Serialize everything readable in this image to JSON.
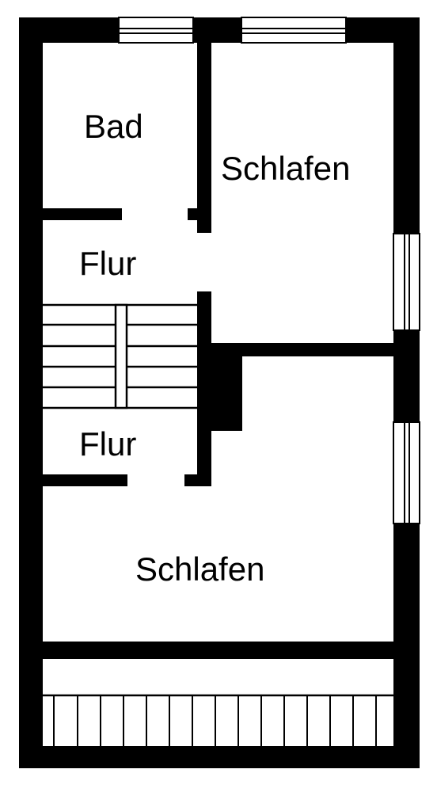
{
  "colors": {
    "wall": "#000000",
    "floor": "#ffffff",
    "label": "#000000"
  },
  "rooms": [
    {
      "id": "bad",
      "label": "Bad"
    },
    {
      "id": "schlafen-top",
      "label": "Schlafen"
    },
    {
      "id": "flur-top",
      "label": "Flur"
    },
    {
      "id": "flur-bottom",
      "label": "Flur"
    },
    {
      "id": "schlafen-bottom",
      "label": "Schlafen"
    }
  ],
  "icons": [
    "window-icon",
    "staircase-icon",
    "balcony-railing-icon"
  ]
}
